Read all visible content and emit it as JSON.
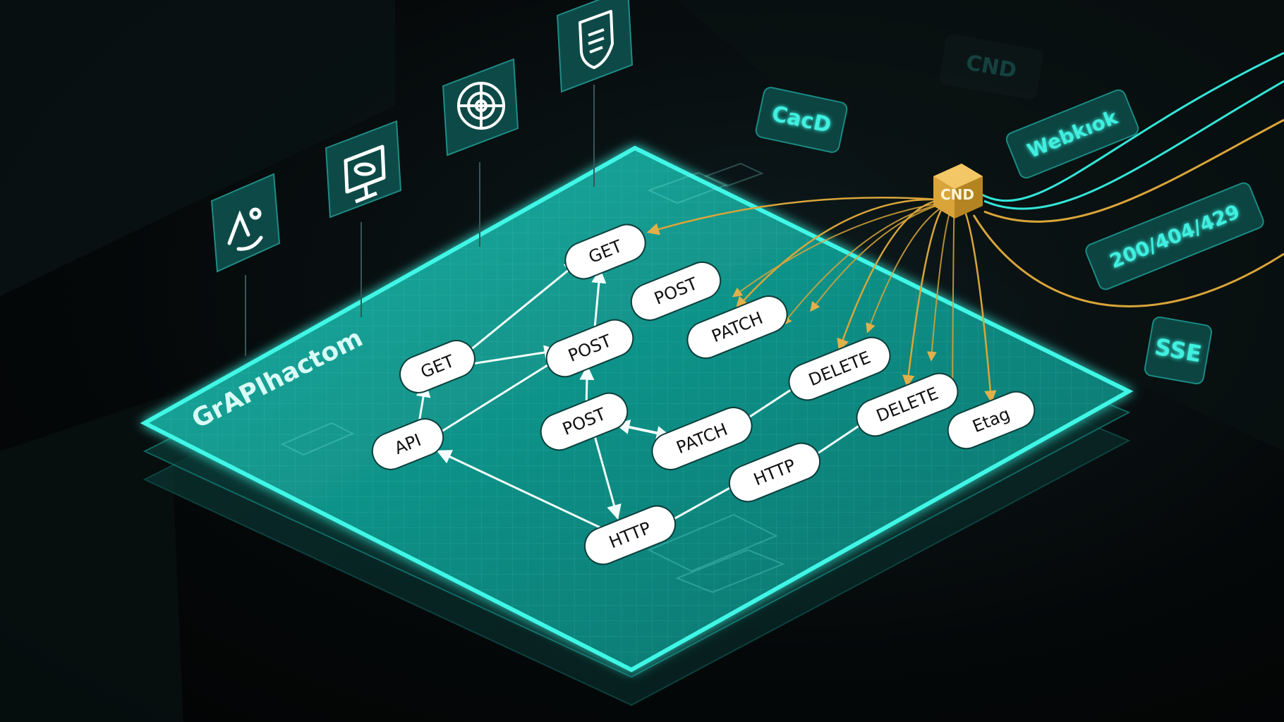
{
  "diagram": {
    "title": "GrAPIhactom",
    "nodes": [
      {
        "id": "get_top",
        "label": "GET"
      },
      {
        "id": "post_top",
        "label": "POST"
      },
      {
        "id": "get_left",
        "label": "GET"
      },
      {
        "id": "post_mid",
        "label": "POST"
      },
      {
        "id": "patch_top",
        "label": "PATCH"
      },
      {
        "id": "api",
        "label": "API"
      },
      {
        "id": "post_low",
        "label": "POST"
      },
      {
        "id": "delete_a",
        "label": "DELETE"
      },
      {
        "id": "delete_b",
        "label": "DELETE"
      },
      {
        "id": "patch_low",
        "label": "PATCH"
      },
      {
        "id": "etag",
        "label": "Etag"
      },
      {
        "id": "http_mid",
        "label": "HTTP"
      },
      {
        "id": "http_low",
        "label": "HTTP"
      }
    ],
    "edges": [
      [
        "api",
        "get_left"
      ],
      [
        "get_left",
        "get_top"
      ],
      [
        "get_left",
        "post_mid"
      ],
      [
        "post_mid",
        "get_top"
      ],
      [
        "api",
        "post_mid"
      ],
      [
        "post_low",
        "post_mid"
      ],
      [
        "post_low",
        "http_low"
      ],
      [
        "http_low",
        "api"
      ],
      [
        "post_low",
        "patch_low"
      ],
      [
        "patch_low",
        "post_low"
      ],
      [
        "patch_low",
        "delete_a"
      ],
      [
        "http_low",
        "http_mid"
      ],
      [
        "http_mid",
        "delete_b"
      ]
    ],
    "hub": {
      "label": "CND"
    },
    "hub_targets": [
      "get_top",
      "patch_top",
      "delete_a",
      "delete_b",
      "etag"
    ],
    "floating_labels": [
      {
        "id": "cacd",
        "label": "CacD"
      },
      {
        "id": "ghost",
        "label": "CND"
      },
      {
        "id": "webhook",
        "label": "Webkıok"
      },
      {
        "id": "status",
        "label": "200/404/429"
      },
      {
        "id": "sse",
        "label": "SSE"
      }
    ],
    "icons": [
      "face-icon",
      "monitor-icon",
      "globe-icon",
      "shield-icon"
    ]
  },
  "colors": {
    "accent": "#22d8c8",
    "panel": "#0f8f86",
    "gold": "#d9a53a",
    "node": "#ffffff",
    "background": "#050809"
  }
}
